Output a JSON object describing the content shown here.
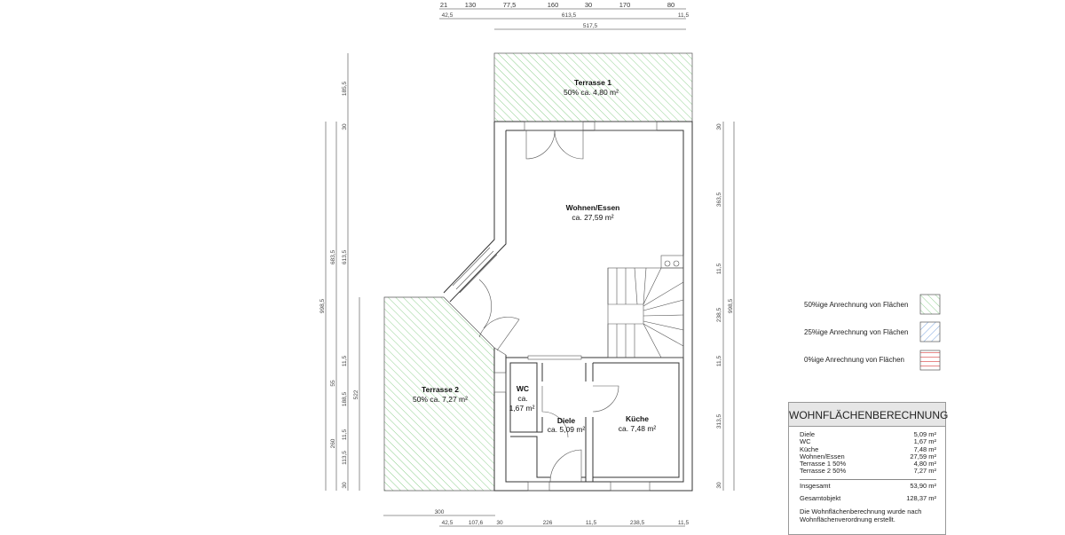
{
  "rooms": {
    "terrasse1": {
      "name": "Terrasse 1",
      "area": "50% ca. 4,80 m²"
    },
    "wohnen": {
      "name": "Wohnen/Essen",
      "area": "ca. 27,59 m²"
    },
    "terrasse2": {
      "name": "Terrasse 2",
      "area": "50% ca. 7,27 m²"
    },
    "wc": {
      "name": "WC",
      "area_line1": "ca.",
      "area_line2": "1,67 m²"
    },
    "diele": {
      "name": "Diele",
      "area": "ca. 5,09 m²"
    },
    "kueche": {
      "name": "Küche",
      "area": "ca. 7,48 m²"
    }
  },
  "dimensions": {
    "top_row1": [
      "21",
      "130",
      "77,5",
      "160",
      "30",
      "170",
      "80"
    ],
    "top_row2": [
      "42,5",
      "613,5",
      "11,5"
    ],
    "top_row3": [
      "517,5"
    ],
    "bottom_row1": [
      "300"
    ],
    "bottom_row2": [
      "42,5",
      "107,6",
      "30",
      "226",
      "11,5",
      "238,5",
      "11,5"
    ],
    "left_col1": [
      "998,5"
    ],
    "left_col2": [
      "683,5",
      "55",
      "260"
    ],
    "left_col3": [
      "185,5",
      "30",
      "613,5",
      "11,5",
      "188,5",
      "11,5",
      "113,5",
      "30"
    ],
    "left_col4": [
      "522"
    ],
    "right_col1": [
      "30",
      "363,5",
      "11,5",
      "238,5",
      "11,5",
      "313,5",
      "30"
    ],
    "right_col2": [
      "998,5"
    ]
  },
  "legend": [
    {
      "label": "50%ige Anrechnung von Flächen",
      "color": "#6cc46c",
      "pattern": "diagonal"
    },
    {
      "label": "25%ige Anrechnung von Flächen",
      "color": "#5a8fd8",
      "pattern": "diagonal-reverse"
    },
    {
      "label": "0%ige Anrechnung von Flächen",
      "color": "#e06a6a",
      "pattern": "horizontal"
    }
  ],
  "calculation": {
    "title": "WOHNFLÄCHENBERECHNUNG",
    "items": [
      {
        "label": "Diele",
        "value": "5,09 m²"
      },
      {
        "label": "WC",
        "value": "1,67 m²"
      },
      {
        "label": "Küche",
        "value": "7,48 m²"
      },
      {
        "label": "Wohnen/Essen",
        "value": "27,59 m²"
      },
      {
        "label": "Terrasse 1 50%",
        "value": "4,80 m²"
      },
      {
        "label": "Terrasse 2 50%",
        "value": "7,27 m²"
      }
    ],
    "total_label": "Insgesamt",
    "total_value": "53,90 m²",
    "object_label": "Gesamtobjekt",
    "object_value": "128,37 m²",
    "note": "Die Wohnflächenberechnung wurde nach Wohnflächenverordnung erstellt."
  }
}
